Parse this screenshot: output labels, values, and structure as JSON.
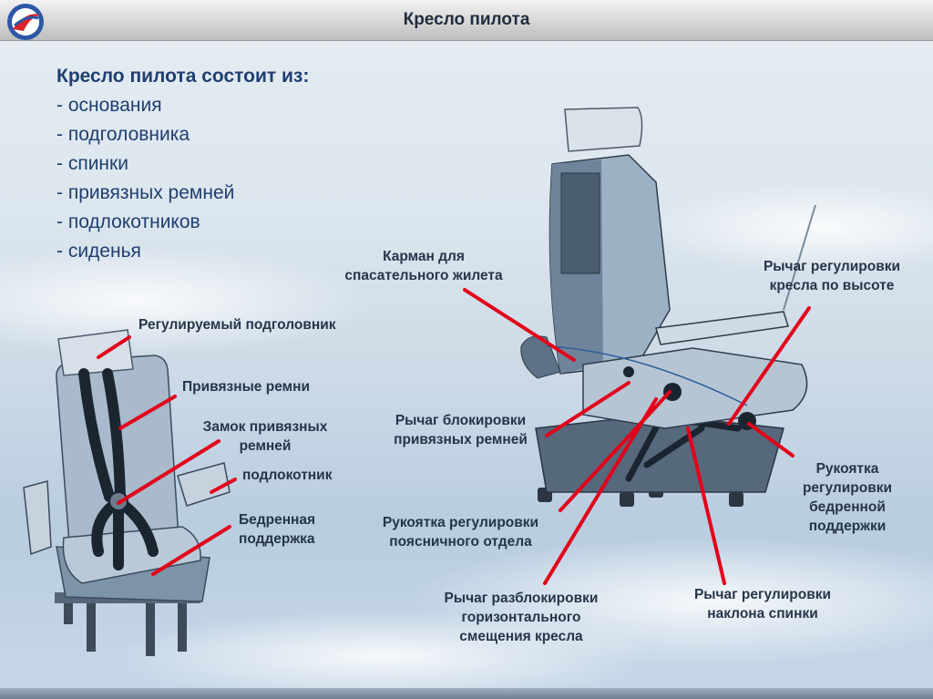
{
  "header": {
    "title": "Кресло пилота"
  },
  "intro": {
    "title": "Кресло пилота состоит из:",
    "items": [
      "- основания",
      "- подголовника",
      "- спинки",
      "- привязных ремней",
      "- подлокотников",
      "- сиденья"
    ]
  },
  "labels": {
    "pocket_1": "Карман для",
    "pocket_2": "спасательного жилета",
    "height_lever_1": "Рычаг регулировки",
    "height_lever_2": "кресла по высоте",
    "headrest": "Регулируемый подголовник",
    "belts": "Привязные ремни",
    "belt_lock_1": "Замок привязных",
    "belt_lock_2": "ремней",
    "armrest": "подлокотник",
    "thigh_support_1": "Бедренная",
    "thigh_support_2": "поддержка",
    "belt_lock_lever_1": "Рычаг блокировки",
    "belt_lock_lever_2": "привязных ремней",
    "lumbar_1": "Рукоятка регулировки",
    "lumbar_2": "поясничного отдела",
    "thigh_handle_1": "Рукоятка",
    "thigh_handle_2": "регулировки",
    "thigh_handle_3": "бедренной",
    "thigh_handle_4": "поддержки",
    "unlock_1": "Рычаг разблокировки",
    "unlock_2": "горизонтального",
    "unlock_3": "смещения кресла",
    "recline_1": "Рычаг регулировки",
    "recline_2": "наклона спинки"
  },
  "colors": {
    "pointer": "#e3001b",
    "text": "#26364a",
    "intro_text": "#1f3f70",
    "seat": "#8fa4b8",
    "seat_dark": "#5a6f84",
    "belt": "#1b2530"
  }
}
